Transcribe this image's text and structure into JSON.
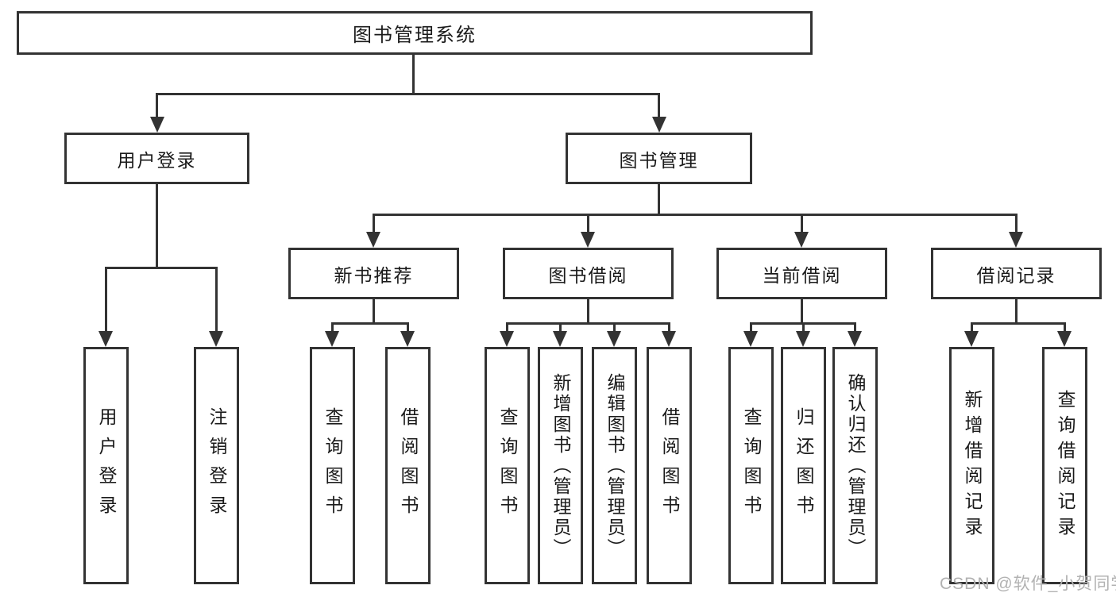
{
  "page": {
    "background": "#ffffff"
  },
  "colors": {
    "line": "#333333",
    "text": "#1a1a1a",
    "watermark": "#b2b2b2"
  },
  "tree": {
    "root": {
      "label": "图书管理系统"
    },
    "branches": [
      {
        "label": "用户登录",
        "children": [
          {
            "label": "用户登录"
          },
          {
            "label": "注销登录"
          }
        ]
      },
      {
        "label": "图书管理",
        "children": [
          {
            "label": "新书推荐",
            "children": [
              {
                "label": "查询图书"
              },
              {
                "label": "借阅图书"
              }
            ]
          },
          {
            "label": "图书借阅",
            "children": [
              {
                "label": "查询图书"
              },
              {
                "label": "新增图书（管理员）"
              },
              {
                "label": "编辑图书（管理员）"
              },
              {
                "label": "借阅图书"
              }
            ]
          },
          {
            "label": "当前借阅",
            "children": [
              {
                "label": "查询图书"
              },
              {
                "label": "归还图书"
              },
              {
                "label": "确认归还（管理员）"
              }
            ]
          },
          {
            "label": "借阅记录",
            "children": [
              {
                "label": "新增借阅记录"
              },
              {
                "label": "查询借阅记录"
              }
            ]
          }
        ]
      }
    ]
  },
  "watermark": {
    "text": "CSDN @软件_小贺同学"
  }
}
